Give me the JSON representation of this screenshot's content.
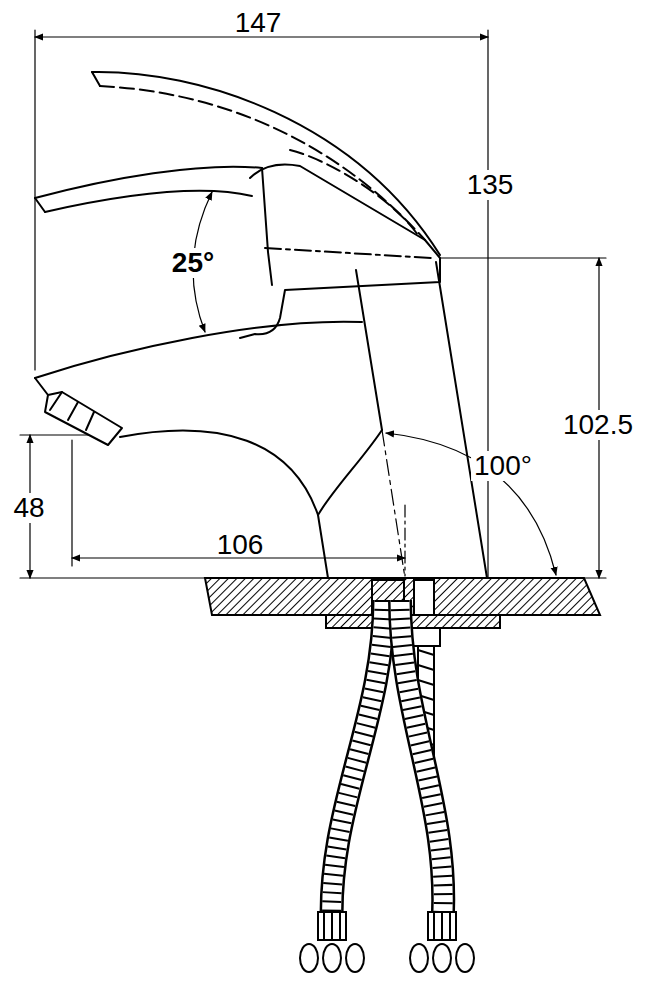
{
  "diagram": {
    "labels": [
      "147",
      "135",
      "25°",
      "102.5",
      "100°",
      "48",
      "106"
    ]
  }
}
